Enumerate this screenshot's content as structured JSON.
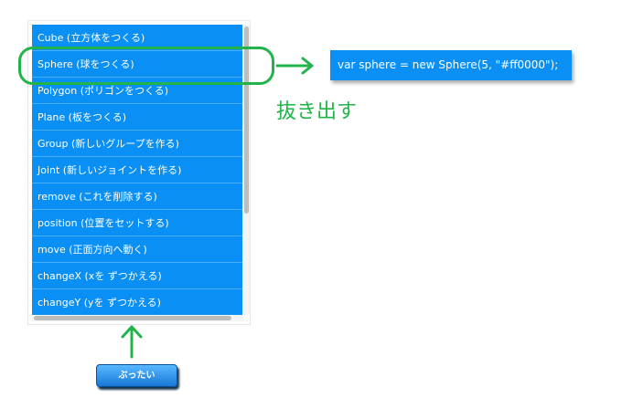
{
  "list": {
    "items": [
      {
        "label": "Cube (立方体をつくる)"
      },
      {
        "label": "Sphere (球をつくる)"
      },
      {
        "label": "Polygon (ポリゴンをつくる)"
      },
      {
        "label": "Plane (板をつくる)"
      },
      {
        "label": "Group (新しいグループを作る)"
      },
      {
        "label": "Joint (新しいジョイントを作る)"
      },
      {
        "label": "remove (これを削除する)"
      },
      {
        "label": "position (位置をセットする)"
      },
      {
        "label": "move (正面方向へ動く)"
      },
      {
        "label": "changeX (xを ずつかえる)"
      },
      {
        "label": "changeY (yを ずつかえる)"
      }
    ],
    "highlighted_index": 1
  },
  "code_snippet": "var sphere = new Sphere(5, \"#ff0000\");",
  "extract_label": "抜き出す",
  "run_button_label": "ぶったい",
  "colors": {
    "item_bg": "#0a8ff5",
    "highlight": "#22b44a",
    "button_top": "#59b8ff",
    "button_bottom": "#1878d8"
  },
  "icons": [
    "arrow-right-icon",
    "arrow-up-icon"
  ]
}
